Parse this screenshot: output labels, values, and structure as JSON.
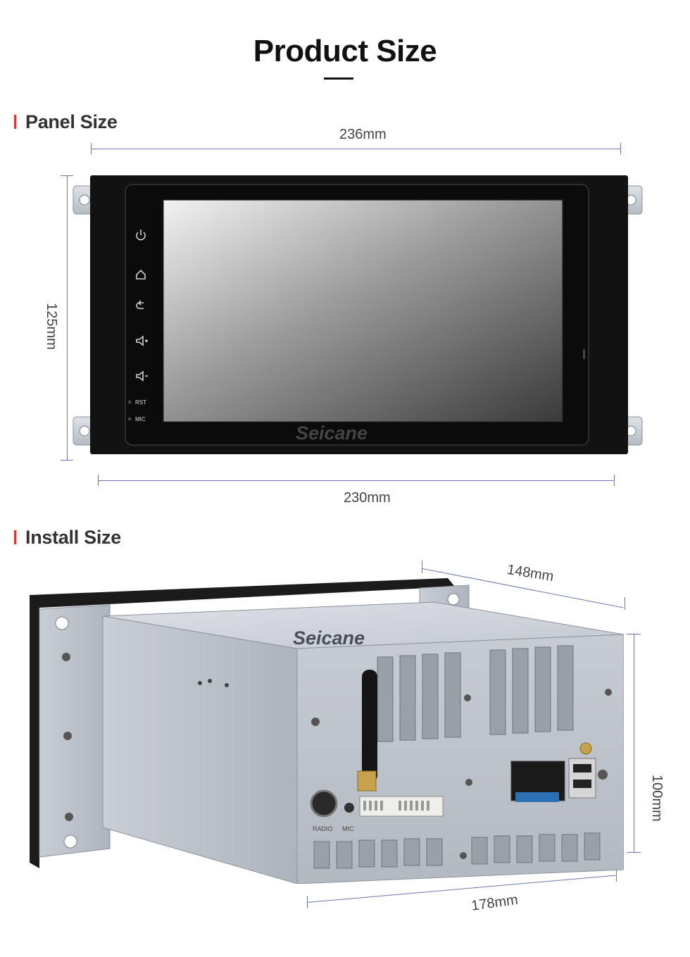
{
  "header": {
    "title": "Product Size"
  },
  "panel_section": {
    "heading": "Panel Size",
    "width_top": "236mm",
    "height": "125mm",
    "width_bottom": "230mm",
    "buttons": [
      {
        "icon": "power-icon"
      },
      {
        "icon": "home-icon"
      },
      {
        "icon": "back-icon"
      },
      {
        "icon": "volume-up-icon"
      },
      {
        "icon": "volume-down-icon"
      }
    ],
    "rst_label": "RST",
    "mic_label": "MIC",
    "brand": "Seicane"
  },
  "install_section": {
    "heading": "Install Size",
    "depth": "148mm",
    "height": "100mm",
    "width": "178mm",
    "brand": "Seicane",
    "radio_label": "RADIO",
    "mic_label": "MIC"
  },
  "colors": {
    "accent": "#e5312b",
    "dimension_line": "#6b7aa8"
  }
}
